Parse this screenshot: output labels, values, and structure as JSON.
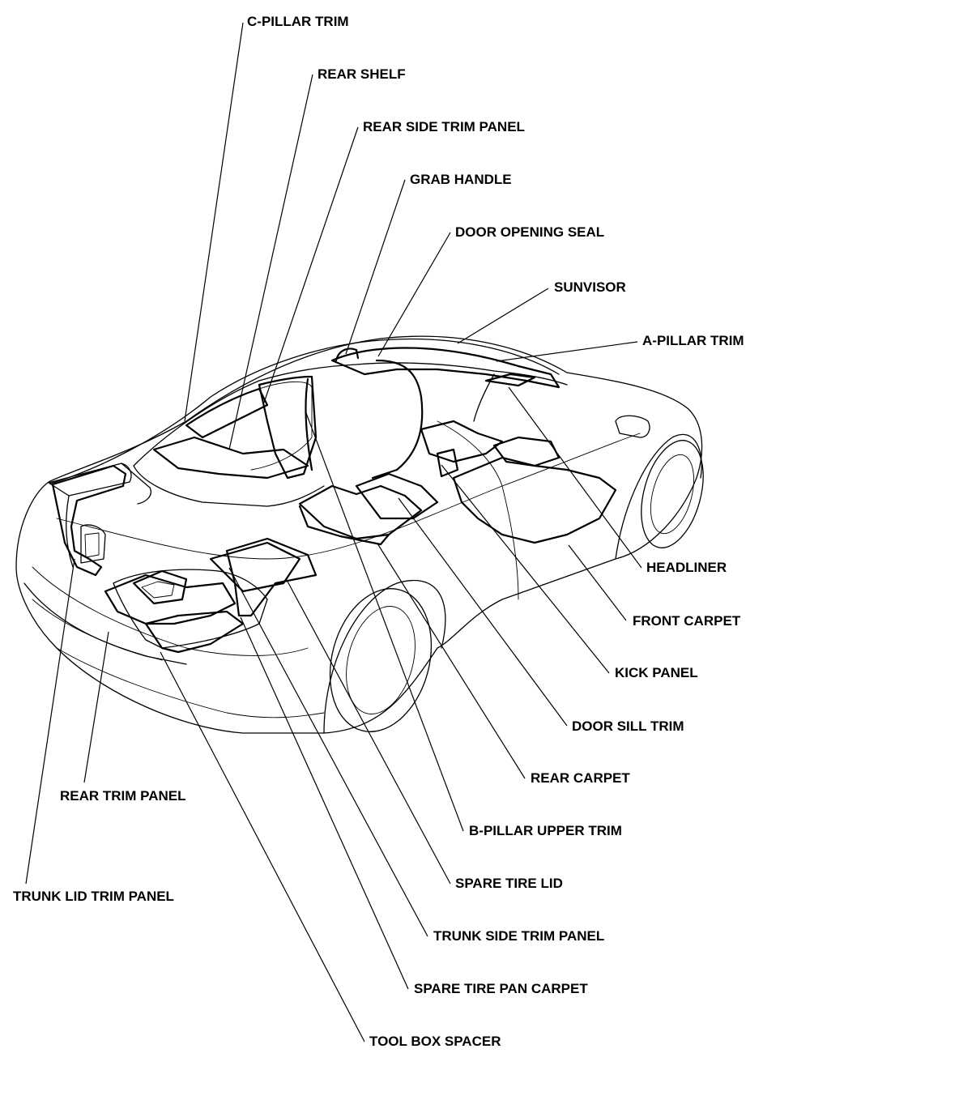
{
  "labels": {
    "c_pillar_trim": "C-PILLAR TRIM",
    "rear_shelf": "REAR SHELF",
    "rear_side_trim_panel": "REAR SIDE TRIM PANEL",
    "grab_handle": "GRAB HANDLE",
    "door_opening_seal": "DOOR OPENING SEAL",
    "sunvisor": "SUNVISOR",
    "a_pillar_trim": "A-PILLAR TRIM",
    "headliner": "HEADLINER",
    "front_carpet": "FRONT CARPET",
    "kick_panel": "KICK PANEL",
    "door_sill_trim": "DOOR SILL TRIM",
    "rear_carpet": "REAR CARPET",
    "b_pillar_upper_trim": "B-PILLAR UPPER TRIM",
    "spare_tire_lid": "SPARE TIRE LID",
    "trunk_side_trim_panel": "TRUNK SIDE TRIM PANEL",
    "spare_tire_pan_carpet": "SPARE TIRE PAN CARPET",
    "tool_box_spacer": "TOOL BOX SPACER",
    "rear_trim_panel": "REAR TRIM PANEL",
    "trunk_lid_trim_panel": "TRUNK LID TRIM PANEL"
  }
}
